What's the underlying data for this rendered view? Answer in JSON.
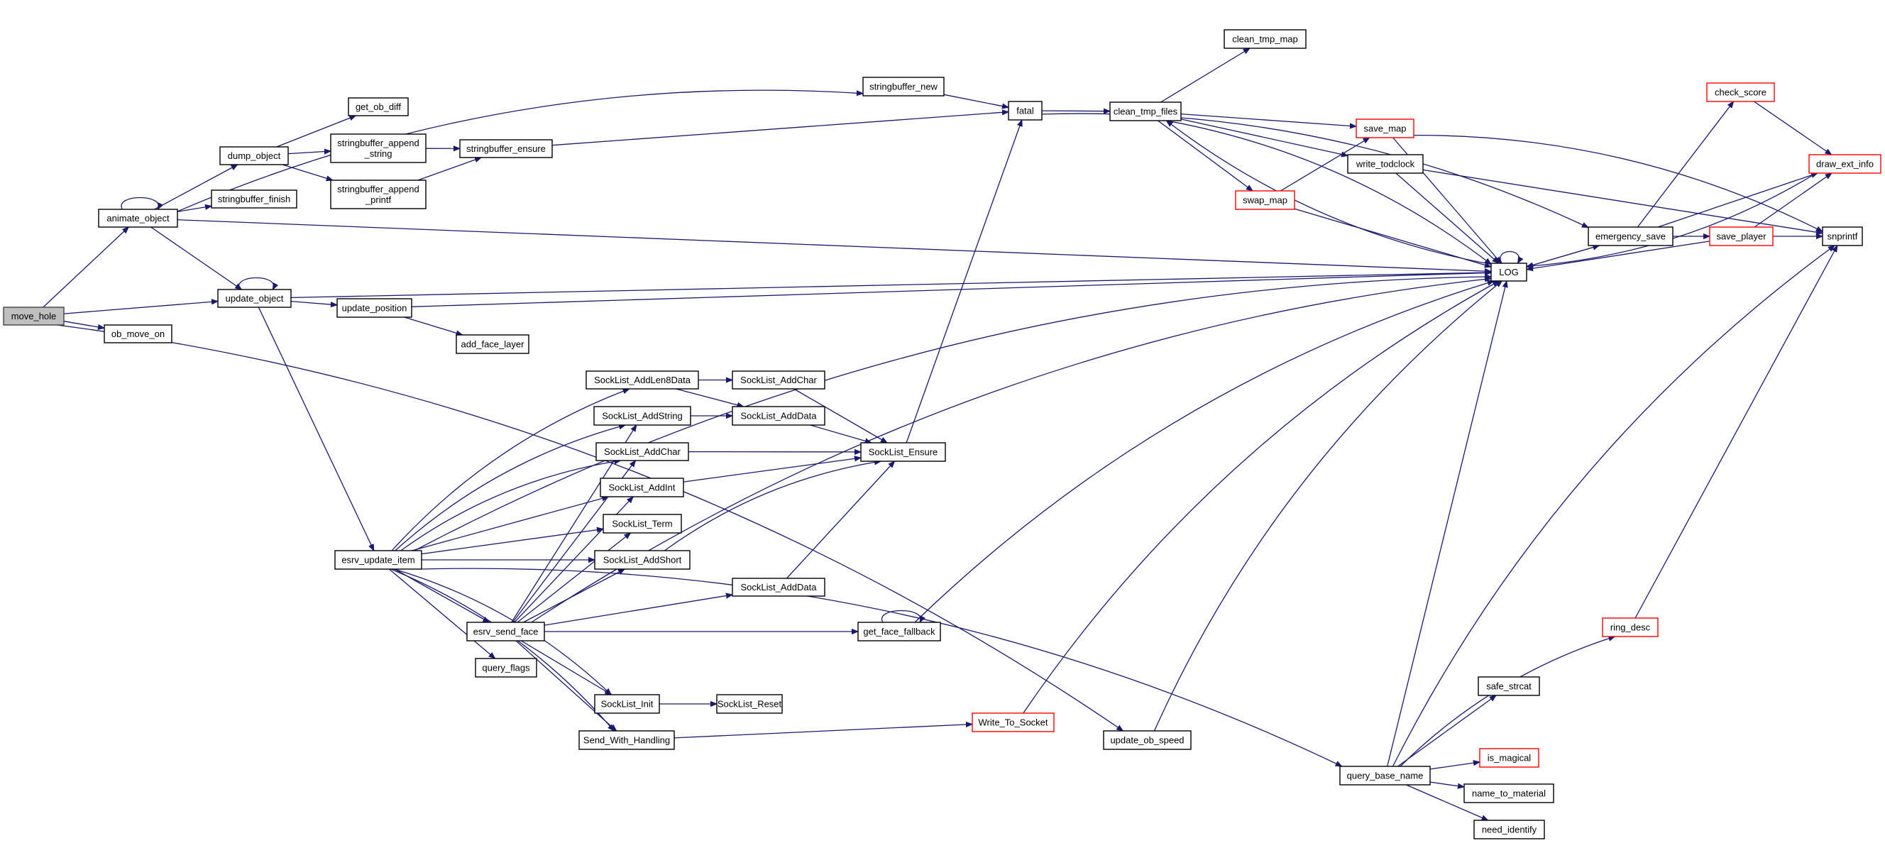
{
  "diagram": {
    "type": "call-graph",
    "root": "move_hole",
    "colors": {
      "edge": "#191970",
      "node_border": "#000000",
      "root_fill": "#bfbfbf",
      "truncated_border": "#ff0000"
    },
    "nodes": [
      {
        "id": "move_hole",
        "label": [
          "move_hole"
        ],
        "kind": "root"
      },
      {
        "id": "ob_move_on",
        "label": [
          "ob_move_on"
        ]
      },
      {
        "id": "animate_object",
        "label": [
          "animate_object"
        ]
      },
      {
        "id": "update_object",
        "label": [
          "update_object"
        ]
      },
      {
        "id": "dump_object",
        "label": [
          "dump_object"
        ]
      },
      {
        "id": "stringbuffer_finish",
        "label": [
          "stringbuffer_finish"
        ]
      },
      {
        "id": "get_ob_diff",
        "label": [
          "get_ob_diff"
        ]
      },
      {
        "id": "stringbuffer_append_string",
        "label": [
          "stringbuffer_append",
          "_string"
        ]
      },
      {
        "id": "stringbuffer_append_printf",
        "label": [
          "stringbuffer_append",
          "_printf"
        ]
      },
      {
        "id": "stringbuffer_ensure",
        "label": [
          "stringbuffer_ensure"
        ]
      },
      {
        "id": "stringbuffer_new",
        "label": [
          "stringbuffer_new"
        ]
      },
      {
        "id": "fatal",
        "label": [
          "fatal"
        ]
      },
      {
        "id": "clean_tmp_files",
        "label": [
          "clean_tmp_files"
        ]
      },
      {
        "id": "clean_tmp_map",
        "label": [
          "clean_tmp_map"
        ]
      },
      {
        "id": "save_map",
        "label": [
          "save_map"
        ],
        "kind": "truncated"
      },
      {
        "id": "write_todclock",
        "label": [
          "write_todclock"
        ]
      },
      {
        "id": "swap_map",
        "label": [
          "swap_map"
        ],
        "kind": "truncated"
      },
      {
        "id": "LOG",
        "label": [
          "LOG"
        ]
      },
      {
        "id": "emergency_save",
        "label": [
          "emergency_save"
        ]
      },
      {
        "id": "check_score",
        "label": [
          "check_score"
        ],
        "kind": "truncated"
      },
      {
        "id": "draw_ext_info",
        "label": [
          "draw_ext_info"
        ],
        "kind": "truncated"
      },
      {
        "id": "save_player",
        "label": [
          "save_player"
        ],
        "kind": "truncated"
      },
      {
        "id": "snprintf",
        "label": [
          "snprintf"
        ]
      },
      {
        "id": "update_position",
        "label": [
          "update_position"
        ]
      },
      {
        "id": "add_face_layer",
        "label": [
          "add_face_layer"
        ]
      },
      {
        "id": "esrv_update_item",
        "label": [
          "esrv_update_item"
        ]
      },
      {
        "id": "SockList_AddLen8Data",
        "label": [
          "SockList_AddLen8Data"
        ]
      },
      {
        "id": "SockList_AddString",
        "label": [
          "SockList_AddString"
        ]
      },
      {
        "id": "SockList_AddChar",
        "label": [
          "SockList_AddChar"
        ]
      },
      {
        "id": "SockList_AddInt",
        "label": [
          "SockList_AddInt"
        ]
      },
      {
        "id": "SockList_Term",
        "label": [
          "SockList_Term"
        ]
      },
      {
        "id": "SockList_AddShort",
        "label": [
          "SockList_AddShort"
        ]
      },
      {
        "id": "SockList_AddChar_2",
        "label": [
          "SockList_AddChar"
        ]
      },
      {
        "id": "SockList_AddData",
        "label": [
          "SockList_AddData"
        ]
      },
      {
        "id": "SockList_AddData_2",
        "label": [
          "SockList_AddData"
        ]
      },
      {
        "id": "SockList_Ensure",
        "label": [
          "SockList_Ensure"
        ]
      },
      {
        "id": "esrv_send_face",
        "label": [
          "esrv_send_face"
        ]
      },
      {
        "id": "query_flags",
        "label": [
          "query_flags"
        ]
      },
      {
        "id": "get_face_fallback",
        "label": [
          "get_face_fallback"
        ]
      },
      {
        "id": "SockList_Init",
        "label": [
          "SockList_Init"
        ]
      },
      {
        "id": "SockList_Reset",
        "label": [
          "SockList_Reset"
        ]
      },
      {
        "id": "Send_With_Handling",
        "label": [
          "Send_With_Handling"
        ]
      },
      {
        "id": "Write_To_Socket",
        "label": [
          "Write_To_Socket"
        ],
        "kind": "truncated"
      },
      {
        "id": "update_ob_speed",
        "label": [
          "update_ob_speed"
        ]
      },
      {
        "id": "query_base_name",
        "label": [
          "query_base_name"
        ]
      },
      {
        "id": "safe_strcat",
        "label": [
          "safe_strcat"
        ]
      },
      {
        "id": "ring_desc",
        "label": [
          "ring_desc"
        ],
        "kind": "truncated"
      },
      {
        "id": "is_magical",
        "label": [
          "is_magical"
        ],
        "kind": "truncated"
      },
      {
        "id": "name_to_material",
        "label": [
          "name_to_material"
        ]
      },
      {
        "id": "need_identify",
        "label": [
          "need_identify"
        ]
      }
    ],
    "edges": [
      [
        "move_hole",
        "animate_object"
      ],
      [
        "move_hole",
        "update_object"
      ],
      [
        "move_hole",
        "ob_move_on"
      ],
      [
        "move_hole",
        "update_ob_speed"
      ],
      [
        "animate_object",
        "animate_object"
      ],
      [
        "animate_object",
        "dump_object"
      ],
      [
        "animate_object",
        "stringbuffer_finish"
      ],
      [
        "animate_object",
        "stringbuffer_new"
      ],
      [
        "animate_object",
        "LOG"
      ],
      [
        "animate_object",
        "update_object"
      ],
      [
        "dump_object",
        "get_ob_diff"
      ],
      [
        "dump_object",
        "stringbuffer_append_string"
      ],
      [
        "dump_object",
        "stringbuffer_append_printf"
      ],
      [
        "stringbuffer_append_string",
        "stringbuffer_ensure"
      ],
      [
        "stringbuffer_append_printf",
        "stringbuffer_ensure"
      ],
      [
        "stringbuffer_ensure",
        "fatal"
      ],
      [
        "stringbuffer_new",
        "fatal"
      ],
      [
        "fatal",
        "clean_tmp_files"
      ],
      [
        "fatal",
        "emergency_save"
      ],
      [
        "clean_tmp_files",
        "clean_tmp_map"
      ],
      [
        "clean_tmp_files",
        "save_map"
      ],
      [
        "clean_tmp_files",
        "write_todclock"
      ],
      [
        "clean_tmp_files",
        "swap_map"
      ],
      [
        "clean_tmp_files",
        "LOG"
      ],
      [
        "swap_map",
        "save_map"
      ],
      [
        "swap_map",
        "LOG"
      ],
      [
        "save_map",
        "LOG"
      ],
      [
        "save_map",
        "snprintf"
      ],
      [
        "write_todclock",
        "LOG"
      ],
      [
        "write_todclock",
        "snprintf"
      ],
      [
        "LOG",
        "LOG"
      ],
      [
        "LOG",
        "clean_tmp_files"
      ],
      [
        "LOG",
        "emergency_save"
      ],
      [
        "emergency_save",
        "LOG"
      ],
      [
        "emergency_save",
        "check_score"
      ],
      [
        "emergency_save",
        "draw_ext_info"
      ],
      [
        "emergency_save",
        "save_player"
      ],
      [
        "check_score",
        "draw_ext_info"
      ],
      [
        "save_player",
        "draw_ext_info"
      ],
      [
        "save_player",
        "snprintf"
      ],
      [
        "save_player",
        "LOG"
      ],
      [
        "draw_ext_info",
        "LOG"
      ],
      [
        "update_object",
        "update_object"
      ],
      [
        "update_object",
        "LOG"
      ],
      [
        "update_object",
        "update_position"
      ],
      [
        "update_object",
        "esrv_update_item"
      ],
      [
        "update_position",
        "LOG"
      ],
      [
        "update_position",
        "add_face_layer"
      ],
      [
        "esrv_update_item",
        "LOG"
      ],
      [
        "esrv_update_item",
        "SockList_AddLen8Data"
      ],
      [
        "esrv_update_item",
        "SockList_AddString"
      ],
      [
        "esrv_update_item",
        "SockList_AddChar"
      ],
      [
        "esrv_update_item",
        "SockList_AddInt"
      ],
      [
        "esrv_update_item",
        "SockList_Term"
      ],
      [
        "esrv_update_item",
        "SockList_AddShort"
      ],
      [
        "esrv_update_item",
        "esrv_send_face"
      ],
      [
        "esrv_update_item",
        "query_flags"
      ],
      [
        "esrv_update_item",
        "SockList_Init"
      ],
      [
        "esrv_update_item",
        "Send_With_Handling"
      ],
      [
        "esrv_update_item",
        "query_base_name"
      ],
      [
        "SockList_AddLen8Data",
        "SockList_AddChar_2"
      ],
      [
        "SockList_AddLen8Data",
        "SockList_AddData"
      ],
      [
        "SockList_AddString",
        "SockList_AddData"
      ],
      [
        "SockList_AddChar",
        "SockList_Ensure"
      ],
      [
        "SockList_AddInt",
        "SockList_Ensure"
      ],
      [
        "SockList_AddShort",
        "SockList_Ensure"
      ],
      [
        "SockList_AddChar_2",
        "SockList_Ensure"
      ],
      [
        "SockList_AddData",
        "SockList_Ensure"
      ],
      [
        "SockList_AddData_2",
        "SockList_Ensure"
      ],
      [
        "SockList_Ensure",
        "fatal"
      ],
      [
        "esrv_send_face",
        "SockList_AddString"
      ],
      [
        "esrv_send_face",
        "SockList_AddChar"
      ],
      [
        "esrv_send_face",
        "SockList_AddInt"
      ],
      [
        "esrv_send_face",
        "SockList_Term"
      ],
      [
        "esrv_send_face",
        "SockList_AddShort"
      ],
      [
        "esrv_send_face",
        "SockList_AddData_2"
      ],
      [
        "esrv_send_face",
        "get_face_fallback"
      ],
      [
        "esrv_send_face",
        "LOG"
      ],
      [
        "esrv_send_face",
        "SockList_Init"
      ],
      [
        "esrv_send_face",
        "Send_With_Handling"
      ],
      [
        "get_face_fallback",
        "get_face_fallback"
      ],
      [
        "get_face_fallback",
        "LOG"
      ],
      [
        "SockList_Init",
        "SockList_Reset"
      ],
      [
        "Send_With_Handling",
        "Write_To_Socket"
      ],
      [
        "Write_To_Socket",
        "LOG"
      ],
      [
        "update_ob_speed",
        "LOG"
      ],
      [
        "query_base_name",
        "LOG"
      ],
      [
        "query_base_name",
        "snprintf"
      ],
      [
        "query_base_name",
        "safe_strcat"
      ],
      [
        "query_base_name",
        "ring_desc"
      ],
      [
        "query_base_name",
        "is_magical"
      ],
      [
        "query_base_name",
        "name_to_material"
      ],
      [
        "query_base_name",
        "need_identify"
      ],
      [
        "ring_desc",
        "snprintf"
      ]
    ]
  }
}
